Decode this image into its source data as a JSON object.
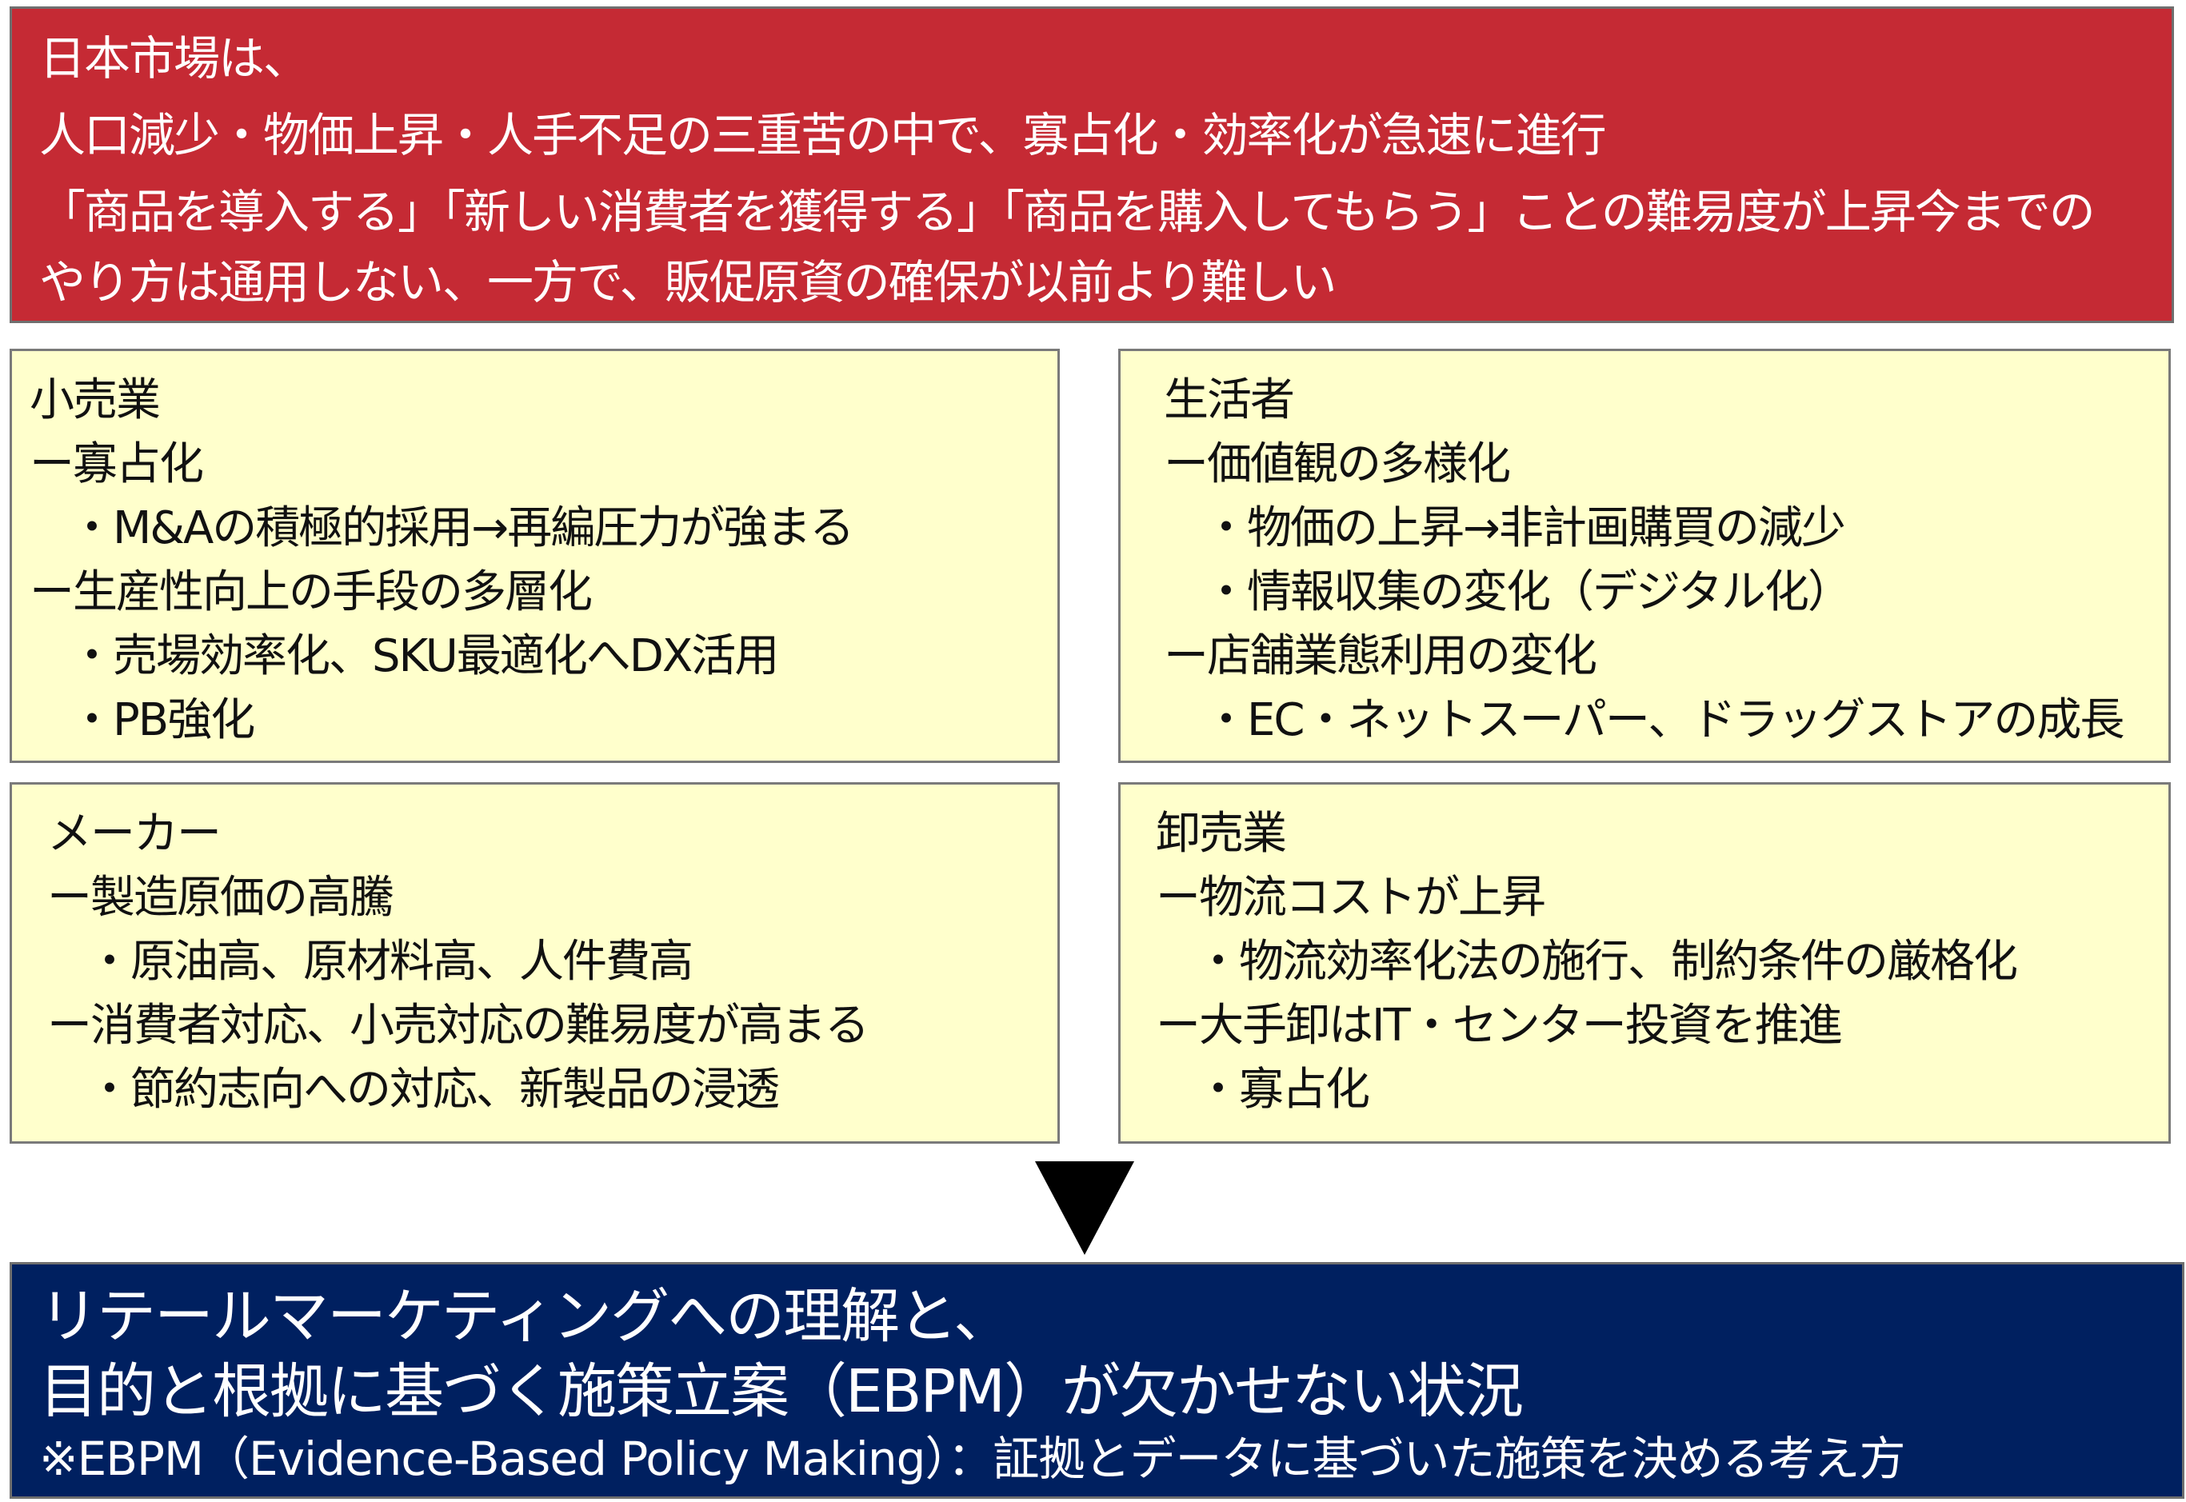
{
  "header": {
    "lines": [
      "日本市場は、",
      "人口減少・物価上昇・人手不足の三重苦の中で、寡占化・効率化が急速に進行",
      "「商品を導入する」「新しい消費者を獲得する」「商品を購入してもらう」ことの難易度が上昇今までの",
      "やり方は通用しない、一方で、販促原資の確保が以前より難しい"
    ],
    "color": "#C52A34"
  },
  "panels": [
    {
      "lines": [
        "小売業",
        "ー寡占化",
        "・M&Aの積極的採用→再編圧力が強まる",
        "ー生産性向上の手段の多層化",
        "・売場効率化、SKU最適化へDX活用",
        "・PB強化"
      ]
    },
    {
      "lines": [
        "生活者",
        "ー価値観の多様化",
        "・物価の上昇→非計画購買の減少",
        "・情報収集の変化（デジタル化）",
        "ー店舗業態利用の変化",
        "・EC・ネットスーパー、ドラッグストアの成長"
      ]
    },
    {
      "lines": [
        "メーカー",
        "ー製造原価の高騰",
        "・原油高、原材料高、人件費高",
        "ー消費者対応、小売対応の難易度が高まる",
        "・節約志向への対応、新製品の浸透"
      ]
    },
    {
      "lines": [
        "卸売業",
        "ー物流コストが上昇",
        "・物流効率化法の施行、制約条件の厳格化",
        "ー大手卸はIT・センター投資を推進",
        "・寡占化"
      ]
    }
  ],
  "conclusion": {
    "line1": "リテールマーケティングへの理解と、",
    "line2": "目的と根拠に基づく施策立案（EBPM）が欠かせない状況",
    "note": "※EBPM（Evidence-Based Policy Making）：証拠とデータに基づいた施策を決める考え方",
    "color": "#002060"
  },
  "arrow_icon": "down-triangle-icon"
}
